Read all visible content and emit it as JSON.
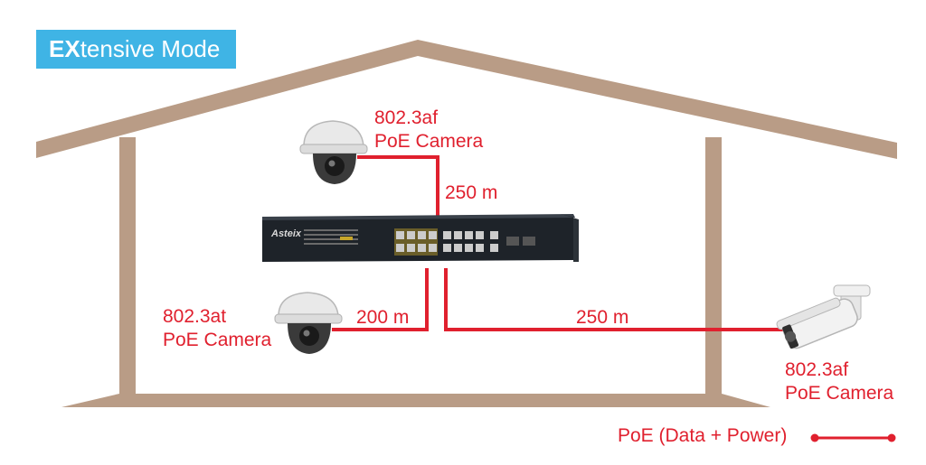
{
  "title": {
    "prefix": "EX",
    "suffix": "tensive Mode"
  },
  "switch_brand": "Asteix",
  "cameras": [
    {
      "standard": "802.3af",
      "type": "PoE Camera"
    },
    {
      "standard": "802.3at",
      "type": "PoE Camera"
    },
    {
      "standard": "802.3af",
      "type": "PoE Camera"
    }
  ],
  "distances": {
    "top": "250 m",
    "left": "200 m",
    "right": "250 m"
  },
  "legend": {
    "label": "PoE (Data + Power)"
  },
  "colors": {
    "accent_red": "#e0202e",
    "house_brown": "#b99c86",
    "badge_blue": "#3fb4e5"
  }
}
